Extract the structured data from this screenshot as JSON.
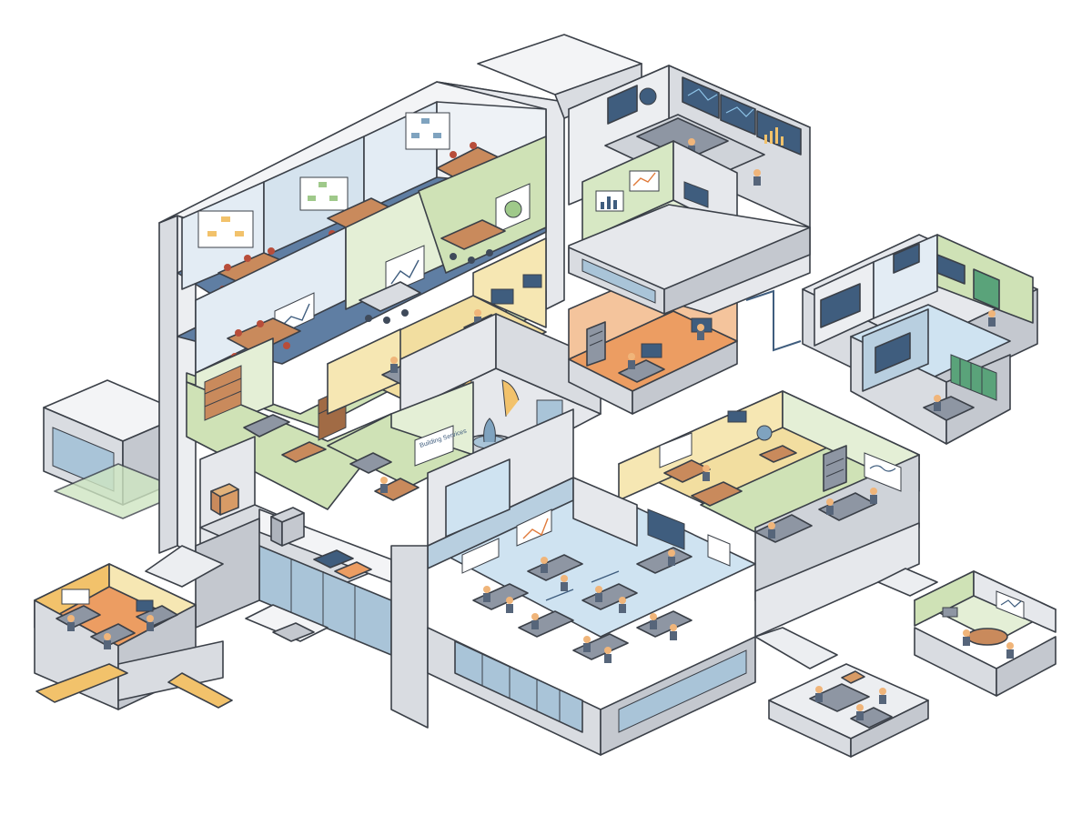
{
  "diagram": {
    "type": "isometric-building-cutaway",
    "sign_text": "Building Services",
    "colors": {
      "outline": "#3b4048",
      "shell_top": "#f3f4f6",
      "shell_side": "#d9dce1",
      "shell_dark": "#c4c8cf",
      "glass": "#a9c4d8",
      "glass_dark": "#7fa3bf",
      "floor_blue": "#5f7ea3",
      "floor_green": "#b9d39a",
      "floor_yellow": "#f2dea0",
      "floor_orange": "#ec9d62",
      "floor_lightblue": "#cfe3f1",
      "wall_blue": "#b8cfe0",
      "wall_green": "#cfe2b6",
      "wall_yellow": "#f6e7b3",
      "wall_gray": "#e6e8ec",
      "furniture_wood": "#c98a5c",
      "chair_red": "#b84d3a",
      "desk_gray": "#8e96a3",
      "screen": "#3f5d7e",
      "chart_line": "#e07a3a",
      "person_skin": "#f0b57a",
      "person_body": "#56657a"
    },
    "zones": [
      {
        "id": "boardrooms",
        "icon": "org-chart-icon"
      },
      {
        "id": "meeting-rooms",
        "icon": "whiteboard-icon"
      },
      {
        "id": "control-center",
        "icon": "monitor-wall-icon"
      },
      {
        "id": "analytics-room",
        "icon": "bar-chart-icon"
      },
      {
        "id": "library",
        "icon": "bookshelf-icon"
      },
      {
        "id": "yellow-offices",
        "icon": "desk-icon"
      },
      {
        "id": "atrium",
        "icon": "fountain-icon"
      },
      {
        "id": "orange-offices",
        "icon": "server-icon"
      },
      {
        "id": "storage",
        "icon": "box-icon"
      },
      {
        "id": "open-plan-office",
        "icon": "workstation-icon"
      },
      {
        "id": "green-offices",
        "icon": "cabinet-icon"
      },
      {
        "id": "media-pod",
        "icon": "video-screen-icon"
      },
      {
        "id": "orange-pod",
        "icon": "cubicle-icon"
      },
      {
        "id": "green-pod",
        "icon": "round-table-icon"
      },
      {
        "id": "desk-pod",
        "icon": "reception-icon"
      }
    ]
  }
}
